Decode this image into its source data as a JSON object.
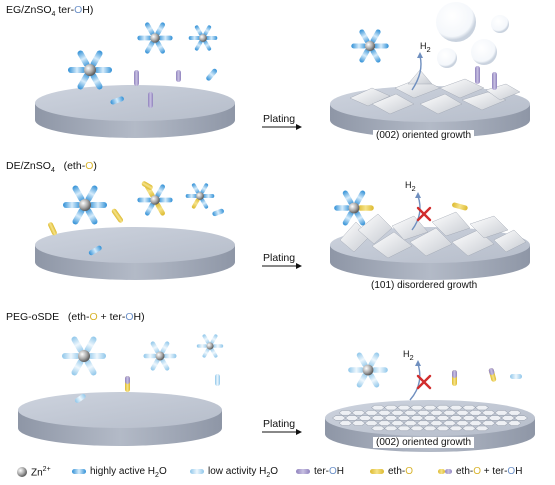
{
  "rows": [
    {
      "label_parts": [
        "EG/ZnSO",
        "4",
        " ter-",
        "O",
        "H)"
      ],
      "plating_label": "Plating",
      "caption": "(002) oriented growth",
      "h2_label": "H",
      "h2_sub": "2"
    },
    {
      "label_parts": [
        "DE/ZnSO",
        "4",
        "   (eth-",
        "O",
        ")"
      ],
      "plating_label": "Plating",
      "caption": "(101) disordered growth",
      "h2_label": "H",
      "h2_sub": "2"
    },
    {
      "label_parts": [
        "PEG-oSDE   (eth-",
        "O",
        " + ter-",
        "O",
        "H)"
      ],
      "plating_label": "Plating",
      "caption": "(002) oriented growth",
      "h2_label": "H",
      "h2_sub": "2"
    }
  ],
  "legend": {
    "zn": "Zn",
    "zn_sup": "2+",
    "high": "highly active H",
    "high_sub": "2",
    "high_tail": "O",
    "low": "low activity H",
    "low_sub": "2",
    "low_tail": "O",
    "ter_prefix": "ter-",
    "ter_o": "O",
    "ter_suffix": "H",
    "eth_prefix": "eth-",
    "eth_o": "O",
    "combo_prefix": "eth-",
    "combo_o1": "O",
    "combo_mid": " + ter-",
    "combo_o2": "O",
    "combo_suffix": "H"
  },
  "colors": {
    "disk_top": "#c3cad7",
    "disk_side": "#a4acba",
    "water_high": "#4aa3de",
    "water_low": "#a9d3ee",
    "ter": "#a59ac9",
    "eth": "#e6c84a",
    "zn": "#9a9a9a"
  }
}
